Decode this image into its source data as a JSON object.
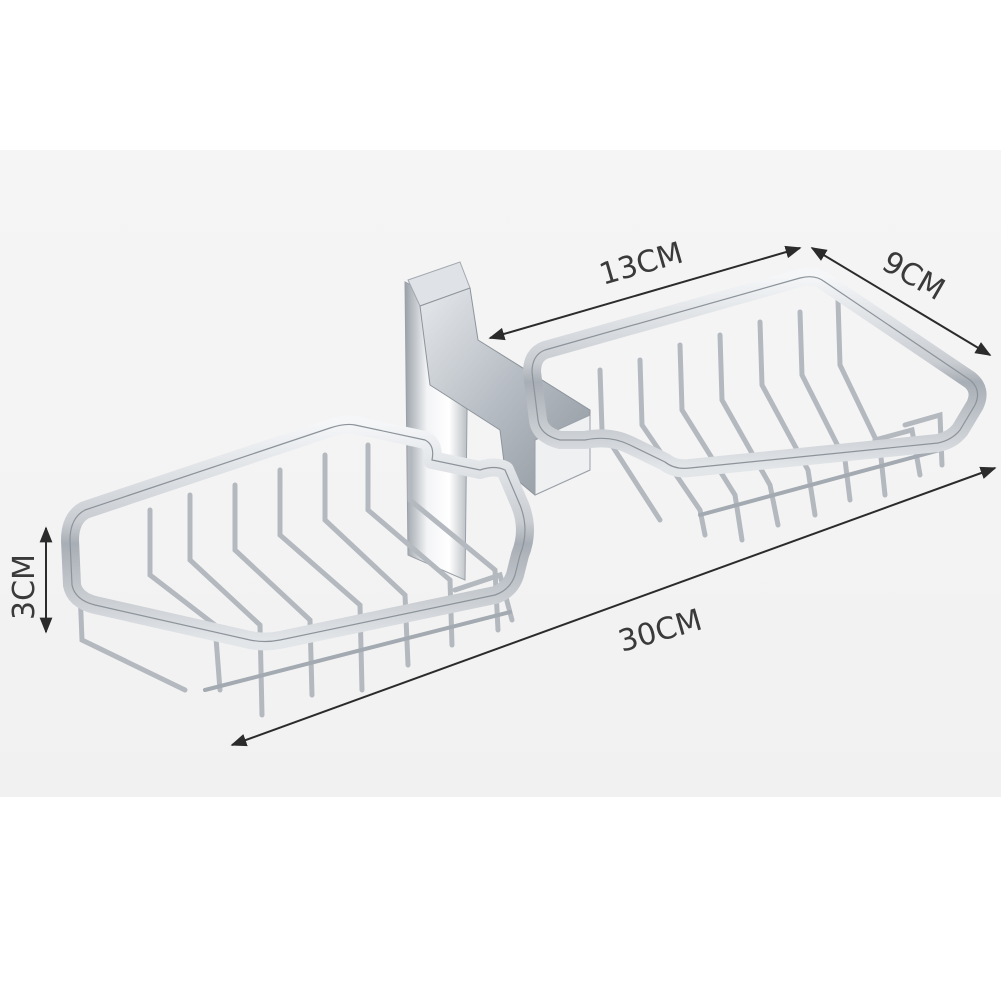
{
  "product": {
    "name": "double soap basket rack",
    "colors": {
      "background": "#ffffff",
      "photo_band": "#f3f3f3",
      "metal_light": "#e9ecef",
      "metal_mid": "#b9bec4",
      "metal_dark": "#7d838a",
      "dimension_line": "#2b2b2b"
    }
  },
  "dimensions": {
    "basket_length": "13CM",
    "basket_width": "9CM",
    "height": "3CM",
    "total_length": "30CM"
  }
}
